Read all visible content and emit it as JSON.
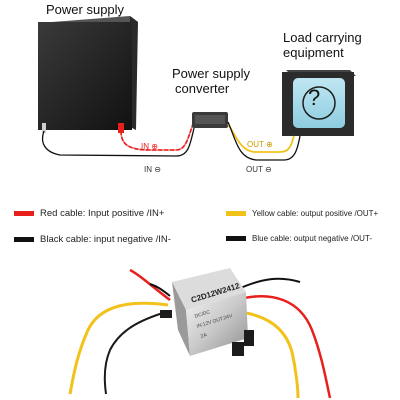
{
  "labels": {
    "power_supply": "Power supply",
    "load": "Load carrying",
    "load_line2": "equipment",
    "converter": "Power supply",
    "converter_line2": "converter",
    "in_plus": "IN ⊕",
    "in_minus": "IN ⊖",
    "out_plus": "OUT ⊕",
    "out_minus": "OUT ⊖",
    "question": "?"
  },
  "legend": [
    {
      "text": "Red cable: Input positive /IN+",
      "color": "#e8201c"
    },
    {
      "text": "Black cable: input negative /IN-",
      "color": "#111111"
    },
    {
      "text": "Yellow cable: output positive /OUT+",
      "color": "#f2c21b"
    },
    {
      "text": "Blue cable: output negative /OUT-",
      "color": "#111111"
    }
  ],
  "product": {
    "model": "C2D12W2412",
    "line1": "DC/DC",
    "line2": "IN:12V OUT:24V",
    "line3": "2A"
  },
  "colors": {
    "red": "#e8201c",
    "yellow": "#f2c21b",
    "black": "#111111",
    "gray": "#9a9a9a"
  }
}
